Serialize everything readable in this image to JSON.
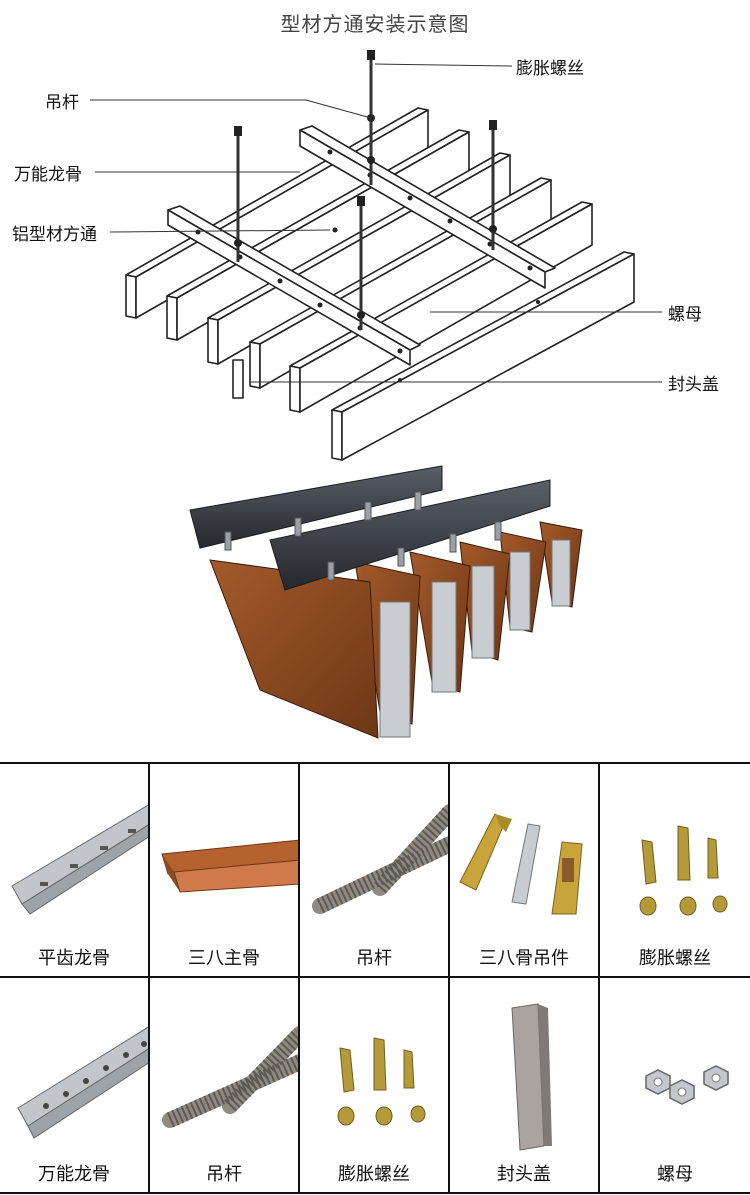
{
  "title": "型材方通安装示意图",
  "callouts": {
    "expansion_bolt": "膨胀螺丝",
    "rod": "吊杆",
    "keel": "万能龙骨",
    "tube": "铝型材方通",
    "nut": "螺母",
    "end_cap": "封头盖"
  },
  "parts": [
    {
      "label": "平齿龙骨",
      "icon": "flat-tooth-keel-icon"
    },
    {
      "label": "三八主骨",
      "icon": "main-keel-icon"
    },
    {
      "label": "吊杆",
      "icon": "threaded-rod-icon"
    },
    {
      "label": "三八骨吊件",
      "icon": "hanger-clip-icon"
    },
    {
      "label": "膨胀螺丝",
      "icon": "expansion-bolt-icon"
    },
    {
      "label": "万能龙骨",
      "icon": "universal-keel-icon"
    },
    {
      "label": "吊杆",
      "icon": "threaded-rod-icon"
    },
    {
      "label": "膨胀螺丝",
      "icon": "expansion-bolt-icon"
    },
    {
      "label": "封头盖",
      "icon": "end-cap-icon"
    },
    {
      "label": "螺母",
      "icon": "hex-nut-icon"
    }
  ],
  "colors": {
    "wood": "#8a4a22",
    "steel": "#3a3f45",
    "metal": "#b8bcc0",
    "brass": "#b59a3a"
  }
}
